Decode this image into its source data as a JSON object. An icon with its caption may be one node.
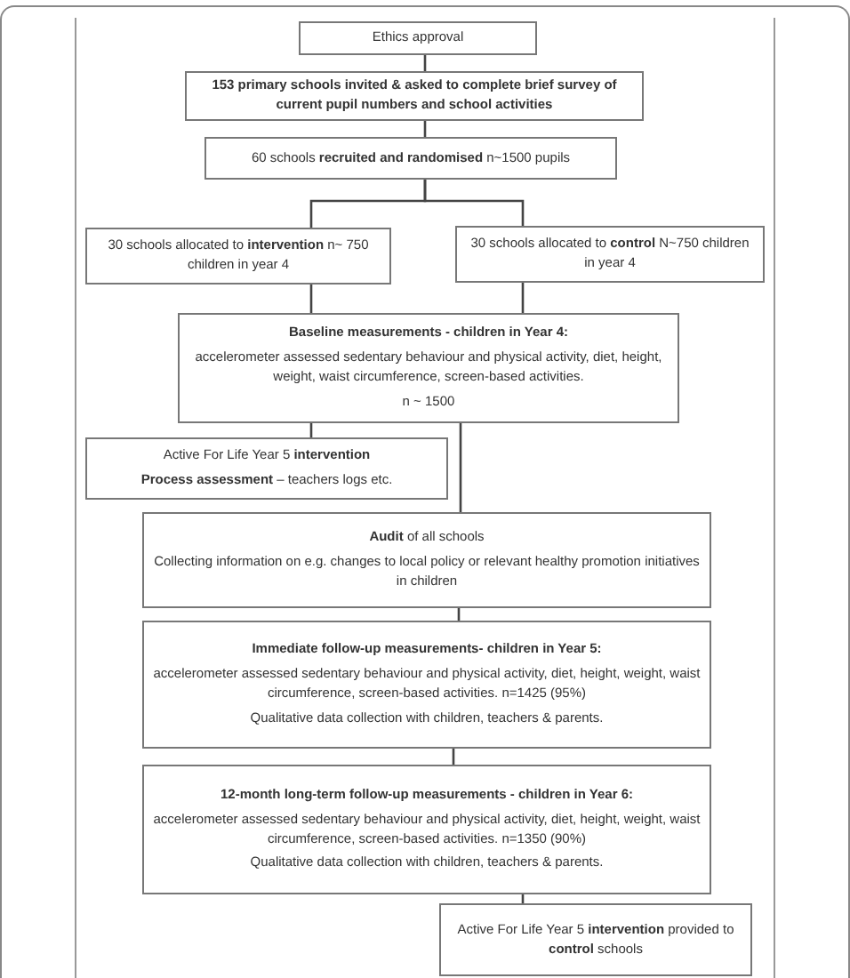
{
  "diagram": {
    "nodes": [
      {
        "text": [
          "Ethics approval"
        ]
      },
      {
        "text": [
          "153 primary schools invited & asked to complete brief survey of current pupil numbers and school activities"
        ]
      },
      {
        "text": [
          "60 schools **recruited and randomised** n~1500 pupils"
        ]
      },
      {
        "text": [
          "30 schools allocated to **intervention** n~ 750 children in year 4"
        ]
      },
      {
        "text": [
          "30 schools allocated to **control** N~750 children in year 4"
        ]
      },
      {
        "text": [
          "Baseline measurements - children in Year 4:",
          "accelerometer assessed sedentary behaviour and physical activity, diet, height, weight, waist circumference, screen-based activities.",
          "n ~ 1500"
        ]
      },
      {
        "text": [
          "Active For Life Year 5 **intervention**",
          "**Process assessment** – teachers logs etc."
        ]
      },
      {
        "text": [
          "**Audit** of all schools",
          "Collecting information on e.g. changes to local policy or relevant healthy promotion initiatives in children"
        ]
      },
      {
        "text": [
          "Immediate follow-up measurements- children in Year 5:",
          "accelerometer assessed sedentary behaviour and physical activity, diet, height, weight, waist circumference, screen-based activities. n=1425 (95%)",
          "Qualitative data collection with children, teachers & parents."
        ]
      },
      {
        "text": [
          "12-month long-term follow-up measurements - children in Year 6:",
          "accelerometer assessed sedentary behaviour and physical activity, diet, height, weight, waist circumference, screen-based activities. n=1350 (90%)",
          "Qualitative data collection with children, teachers & parents."
        ]
      },
      {
        "text": [
          "Active For Life Year 5 **intervention** provided to **control** schools"
        ]
      }
    ],
    "edges": [
      {
        "from": 0,
        "to": 1,
        "arrow": "none"
      },
      {
        "from": 1,
        "to": 2,
        "arrow": "none"
      },
      {
        "from": 2,
        "to": 3,
        "arrow": "none"
      },
      {
        "from": 2,
        "to": 4,
        "arrow": "none"
      },
      {
        "from": 3,
        "to": 5,
        "arrow": "none"
      },
      {
        "from": 4,
        "to": 5,
        "arrow": "none"
      },
      {
        "from": 5,
        "to": 6,
        "arrow": "none"
      },
      {
        "from": 5,
        "to": 7,
        "arrow": "none"
      },
      {
        "from": 7,
        "to": 8,
        "arrow": "none"
      },
      {
        "from": 8,
        "to": 9,
        "arrow": "none"
      },
      {
        "from": 9,
        "to": 10,
        "arrow": "none"
      }
    ]
  }
}
